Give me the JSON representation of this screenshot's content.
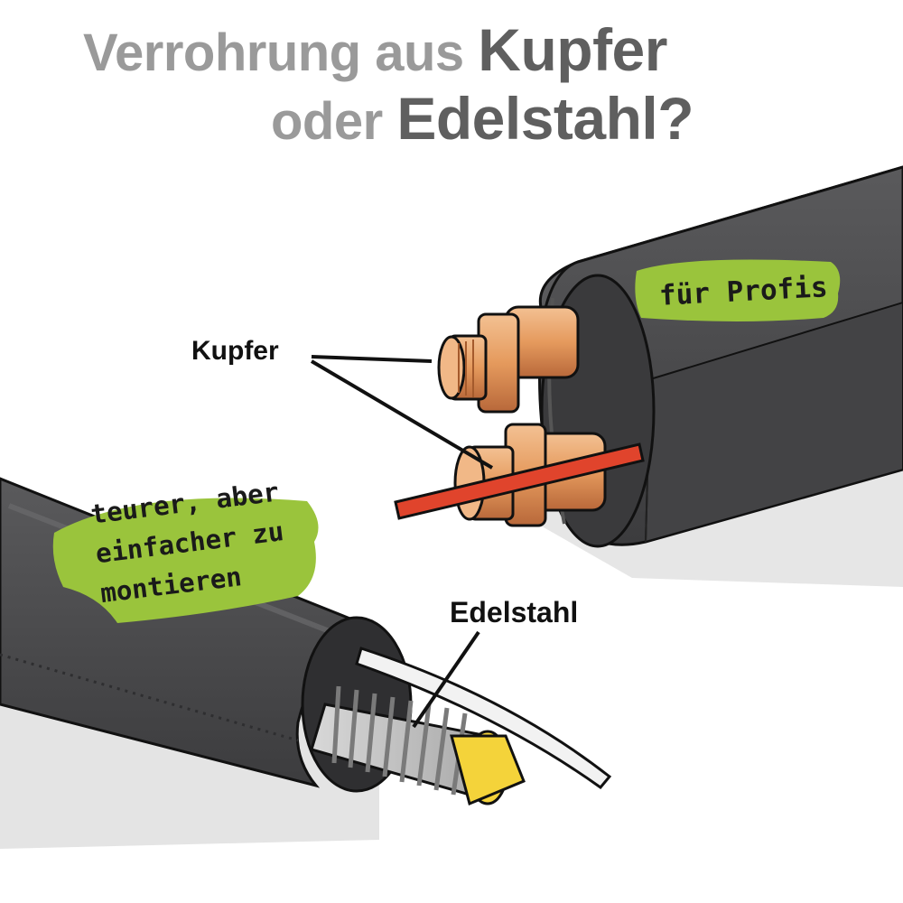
{
  "title": {
    "line1_light": "Verrohrung aus ",
    "line1_dark": "Kupfer",
    "line2_light": "oder ",
    "line2_dark": "Edelstahl?"
  },
  "labels": {
    "copper": "Kupfer",
    "steel": "Edelstahl"
  },
  "badges": {
    "pro": "für Profis",
    "cheaper_line1": "teurer, aber",
    "cheaper_line2": "einfacher zu",
    "cheaper_line3": "montieren"
  },
  "colors": {
    "insulation": "#4a4a4c",
    "highlight_badge": "#9ac43c",
    "copper": "#e8a06a",
    "steel": "#c9c9c9",
    "yellow_cap": "#f4d33a",
    "red_cable": "#e0442c"
  }
}
